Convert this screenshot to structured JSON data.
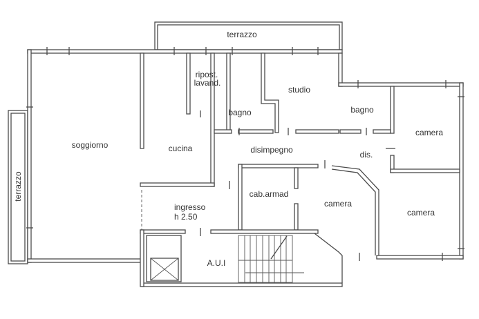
{
  "plan": {
    "rooms": {
      "terrazzo_top": "terrazzo",
      "terrazzo_left": "terrazzo",
      "soggiorno": "soggiorno",
      "cucina": "cucina",
      "ripost": "ripost.",
      "lavand": "lavand.",
      "bagno_1": "bagno",
      "studio": "studio",
      "bagno_2": "bagno",
      "camera_1": "camera",
      "disimpegno": "disimpegno",
      "dis": "dis.",
      "cab_armad": "cab.armad",
      "camera_2": "camera",
      "camera_3": "camera",
      "ingresso": "ingresso",
      "height": "h 2.50",
      "aui": "A.U.I"
    }
  }
}
